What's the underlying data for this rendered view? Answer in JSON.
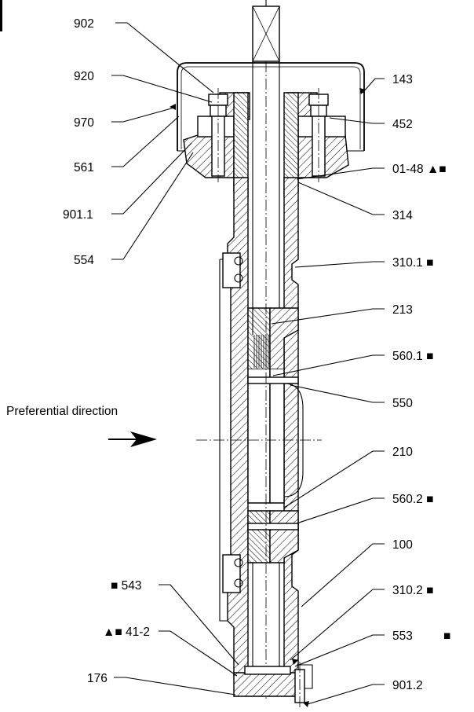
{
  "callouts": {
    "c902": "902",
    "c920": "920",
    "c970": "970",
    "c561": "561",
    "c9011": "901.1",
    "c554": "554",
    "c143": "143",
    "c452": "452",
    "c0148": "01-48 ▲■",
    "c314": "314",
    "c3101": "310.1 ■",
    "c213": "213",
    "c5601": "560.1 ■",
    "c550": "550",
    "c210": "210",
    "c5602": "560.2 ■",
    "c100": "100",
    "c3102": "310.2 ■",
    "c553": "553",
    "c553mark": "■",
    "c9012": "901.2",
    "c543": "■ 543",
    "c412": "▲■ 41-2",
    "c176": "176"
  },
  "direction": {
    "label": "Preferential direction"
  }
}
